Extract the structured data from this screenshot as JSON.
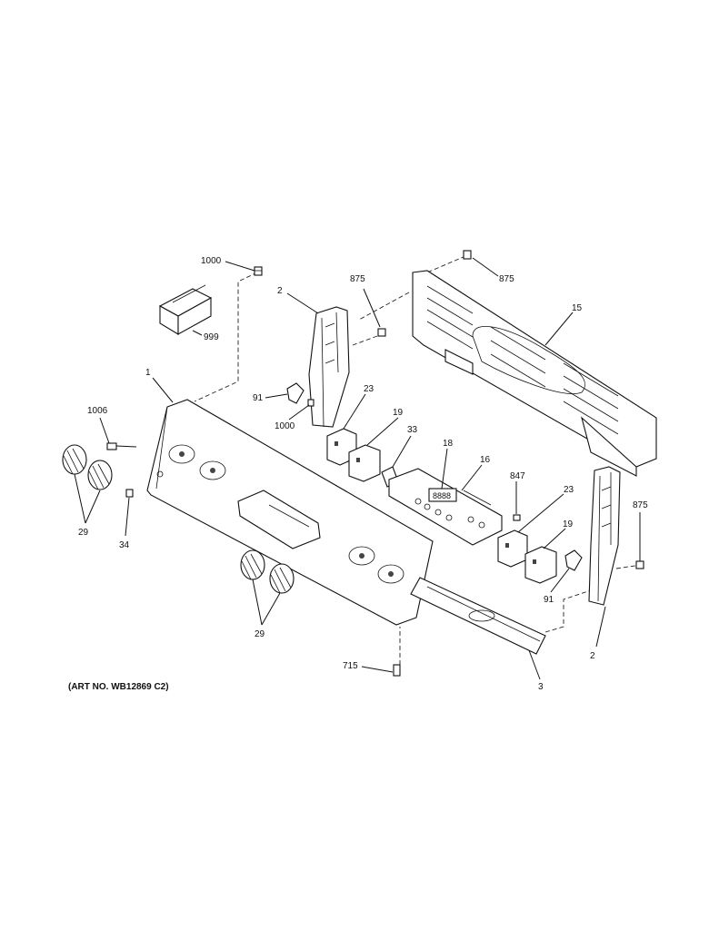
{
  "art_number": "(ART NO. WB12869 C2)",
  "callouts": {
    "c1000_top": "1000",
    "c999": "999",
    "c2_left": "2",
    "c875_left": "875",
    "c875_top": "875",
    "c15": "15",
    "c1": "1",
    "c91_left": "91",
    "c1000_mid": "1000",
    "c23_left": "23",
    "c19_left": "19",
    "c33": "33",
    "c18": "18",
    "c16": "16",
    "c847": "847",
    "c1006": "1006",
    "c29_left": "29",
    "c34": "34",
    "c23_right": "23",
    "c19_right": "19",
    "c875_right": "875",
    "c91_right": "91",
    "c2_right": "2",
    "c29_bottom": "29",
    "c715": "715",
    "c3": "3"
  },
  "display_digits": "8888"
}
